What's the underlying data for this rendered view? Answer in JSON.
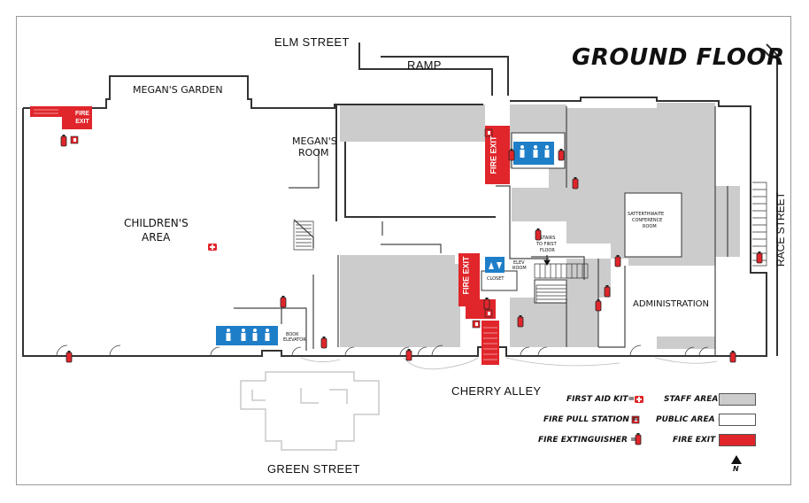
{
  "title": "GROUND FLOOR",
  "streets": {
    "elm": "ELM STREET",
    "ramp": "RAMP",
    "race": "RACE STREET",
    "cherry": "CHERRY ALLEY",
    "green": "GREEN STREET"
  },
  "rooms": {
    "megans_garden": "MEGAN'S GARDEN",
    "megans_room_1": "MEGAN'S",
    "megans_room_2": "ROOM",
    "childrens_area_1": "CHILDREN'S",
    "childrens_area_2": "AREA",
    "satterthwaite_1": "SATTERTHWAITE",
    "satterthwaite_2": "CONFERENCE",
    "satterthwaite_3": "ROOM",
    "administration": "ADMINISTRATION",
    "stairs_1": "STAIRS",
    "stairs_2": "TO FIRST",
    "stairs_3": "FLOOR",
    "elev_room_1": "ELEV",
    "elev_room_2": "ROOM",
    "closet": "CLOSET",
    "book_elevator_1": "BOOK",
    "book_elevator_2": "ELEVATOR"
  },
  "fire_exit_label": "FIRE EXIT",
  "fire_exit_small_1": "FIRE",
  "fire_exit_small_2": "EXIT",
  "legend": {
    "first_aid": "FIRST AID KIT=",
    "fire_pull": "FIRE PULL STATION =",
    "extinguisher": "FIRE EXTINGUISHER =",
    "staff_area": "STAFF AREA =",
    "public_area": "PUBLIC AREA =",
    "fire_exit": "FIRE EXIT ="
  },
  "north": "N",
  "colors": {
    "staff_area": "#cccccc",
    "public_area": "#ffffff",
    "fire_exit": "#e0262b",
    "restroom_sign": "#1f7ec8",
    "wall": "#333333"
  },
  "icons": {
    "first_aid": "first-aid-kit-icon",
    "fire_pull": "fire-pull-station-icon",
    "extinguisher": "fire-extinguisher-icon",
    "restroom": "restroom-icon",
    "elevator": "elevator-icon",
    "north_arrow": "north-arrow-icon"
  }
}
